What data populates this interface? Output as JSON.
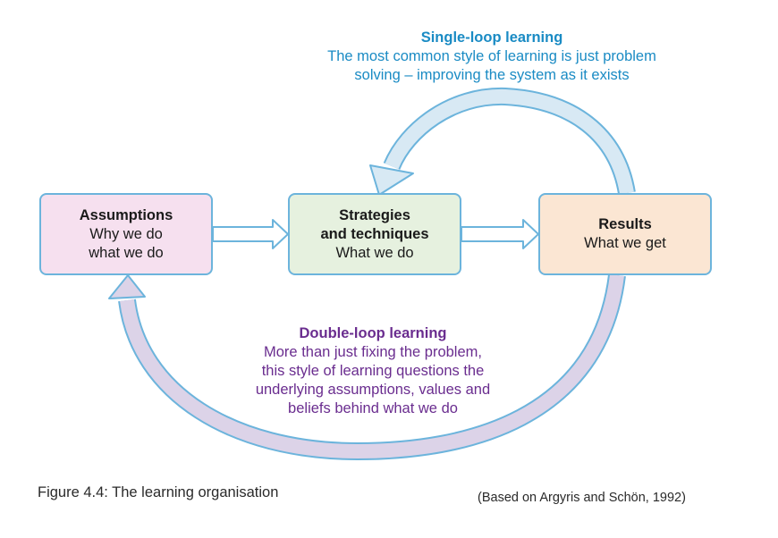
{
  "single_loop": {
    "title": "Single-loop learning",
    "line1": "The most common style of learning is just problem",
    "line2": "solving – improving the system as it exists"
  },
  "double_loop": {
    "title": "Double-loop learning",
    "line1": "More than just fixing the problem,",
    "line2": "this style of learning questions the",
    "line3": "underlying assumptions, values and",
    "line4": "beliefs behind what we do"
  },
  "boxes": {
    "assumptions": {
      "title": "Assumptions",
      "line1": "Why we do",
      "line2": "what we do"
    },
    "strategies": {
      "title1": "Strategies",
      "title2": "and techniques",
      "line1": "What we do"
    },
    "results": {
      "title": "Results",
      "line1": "What we get"
    }
  },
  "colors": {
    "single_loop_text": "#1a8bc4",
    "double_loop_text": "#6a2d8f",
    "box_border": "#6cb4dc",
    "assumptions_fill": "#f6e0ef",
    "strategies_fill": "#e6f1df",
    "results_fill": "#fbe6d3",
    "single_loop_arrow_fill": "#d8e9f4",
    "double_loop_arrow_fill": "#dcd3e8"
  },
  "caption": {
    "figure": "Figure 4.4: The learning organisation",
    "source": "(Based on Argyris and Schön, 1992)"
  }
}
